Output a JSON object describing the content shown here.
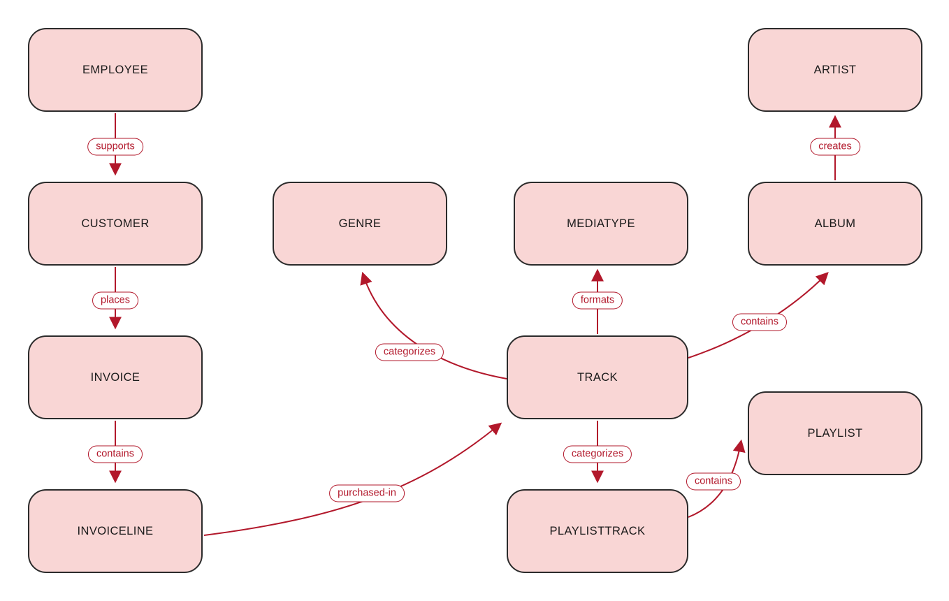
{
  "diagram": {
    "type": "entity-relationship-graph",
    "colors": {
      "node_fill": "#f9d6d5",
      "node_border": "#2b2b2b",
      "edge": "#b2182b",
      "edge_label_bg": "#ffffff",
      "background": "#ffffff"
    },
    "nodes": {
      "employee": {
        "label": "EMPLOYEE"
      },
      "customer": {
        "label": "CUSTOMER"
      },
      "invoice": {
        "label": "INVOICE"
      },
      "invoiceline": {
        "label": "INVOICELINE"
      },
      "genre": {
        "label": "GENRE"
      },
      "mediatype": {
        "label": "MEDIATYPE"
      },
      "track": {
        "label": "TRACK"
      },
      "playlisttrack": {
        "label": "PLAYLISTTRACK"
      },
      "playlist": {
        "label": "PLAYLIST"
      },
      "album": {
        "label": "ALBUM"
      },
      "artist": {
        "label": "ARTIST"
      }
    },
    "edges": {
      "supports": {
        "label": "supports",
        "from": "EMPLOYEE",
        "to": "CUSTOMER"
      },
      "places": {
        "label": "places",
        "from": "CUSTOMER",
        "to": "INVOICE"
      },
      "invoice_contains": {
        "label": "contains",
        "from": "INVOICE",
        "to": "INVOICELINE"
      },
      "purchased_in": {
        "label": "purchased-in",
        "from": "INVOICELINE",
        "to": "TRACK"
      },
      "genre_categorizes": {
        "label": "categorizes",
        "from": "TRACK",
        "to": "GENRE"
      },
      "formats": {
        "label": "formats",
        "from": "TRACK",
        "to": "MEDIATYPE"
      },
      "album_contains": {
        "label": "contains",
        "from": "TRACK",
        "to": "ALBUM"
      },
      "creates": {
        "label": "creates",
        "from": "ALBUM",
        "to": "ARTIST"
      },
      "playlist_categorizes": {
        "label": "categorizes",
        "from": "TRACK",
        "to": "PLAYLISTTRACK"
      },
      "playlist_contains": {
        "label": "contains",
        "from": "PLAYLISTTRACK",
        "to": "PLAYLIST"
      }
    }
  }
}
